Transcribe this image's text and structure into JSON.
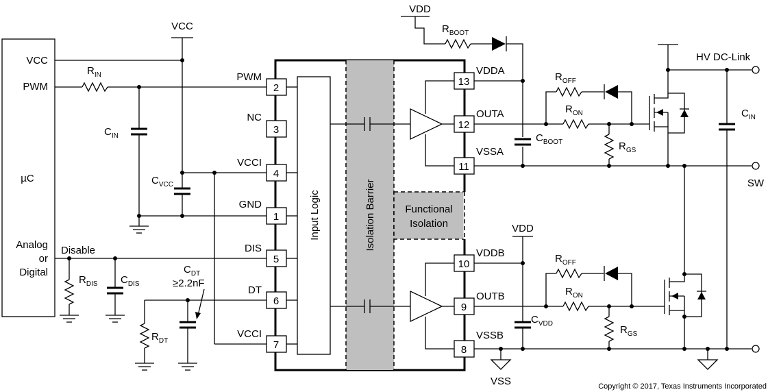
{
  "controller": {
    "pins": {
      "vcc": "VCC",
      "pwm": "PWM",
      "analog_line1": "Analog",
      "analog_line2": "or",
      "analog_line3": "Digital"
    },
    "name": "µC"
  },
  "supply": {
    "vcc_top": "VCC",
    "vdd_top": "VDD",
    "vdd_mid": "VDD",
    "vss": "VSS"
  },
  "nets": {
    "disable": "Disable",
    "hv_dc_link": "HV DC-Link",
    "sw": "SW"
  },
  "components": {
    "r_in": {
      "base": "R",
      "sub": "IN"
    },
    "c_in_left": {
      "base": "C",
      "sub": "IN"
    },
    "c_vcc": {
      "base": "C",
      "sub": "VCC"
    },
    "r_dis": {
      "base": "R",
      "sub": "DIS"
    },
    "c_dis": {
      "base": "C",
      "sub": "DIS"
    },
    "c_dt": {
      "base": "C",
      "sub": "DT",
      "note": "≥2.2nF"
    },
    "r_dt": {
      "base": "R",
      "sub": "DT"
    },
    "r_boot": {
      "base": "R",
      "sub": "BOOT"
    },
    "c_boot": {
      "base": "C",
      "sub": "BOOT"
    },
    "c_vdd": {
      "base": "C",
      "sub": "VDD"
    },
    "r_off_a": {
      "base": "R",
      "sub": "OFF"
    },
    "r_on_a": {
      "base": "R",
      "sub": "ON"
    },
    "r_gs_a": {
      "base": "R",
      "sub": "GS"
    },
    "r_off_b": {
      "base": "R",
      "sub": "OFF"
    },
    "r_on_b": {
      "base": "R",
      "sub": "ON"
    },
    "r_gs_b": {
      "base": "R",
      "sub": "GS"
    },
    "c_in_right": {
      "base": "C",
      "sub": "IN"
    }
  },
  "chip": {
    "input_logic": "Input Logic",
    "isolation_barrier": "Isolation Barrier",
    "functional_isolation_line1": "Functional",
    "functional_isolation_line2": "Isolation",
    "left_pins": [
      {
        "num": "2",
        "name": "PWM"
      },
      {
        "num": "3",
        "name": "NC"
      },
      {
        "num": "4",
        "name": "VCCI"
      },
      {
        "num": "1",
        "name": "GND"
      },
      {
        "num": "5",
        "name": "DIS"
      },
      {
        "num": "6",
        "name": "DT"
      },
      {
        "num": "7",
        "name": "VCCI"
      }
    ],
    "right_pins": [
      {
        "num": "13",
        "name": "VDDA"
      },
      {
        "num": "12",
        "name": "OUTA"
      },
      {
        "num": "11",
        "name": "VSSA"
      },
      {
        "num": "10",
        "name": "VDDB"
      },
      {
        "num": "9",
        "name": "OUTB"
      },
      {
        "num": "8",
        "name": "VSSB"
      }
    ]
  },
  "copyright": "Copyright © 2017, Texas Instruments Incorporated",
  "colors": {
    "barrier_fill": "#bfbfbf",
    "line": "#000000"
  }
}
